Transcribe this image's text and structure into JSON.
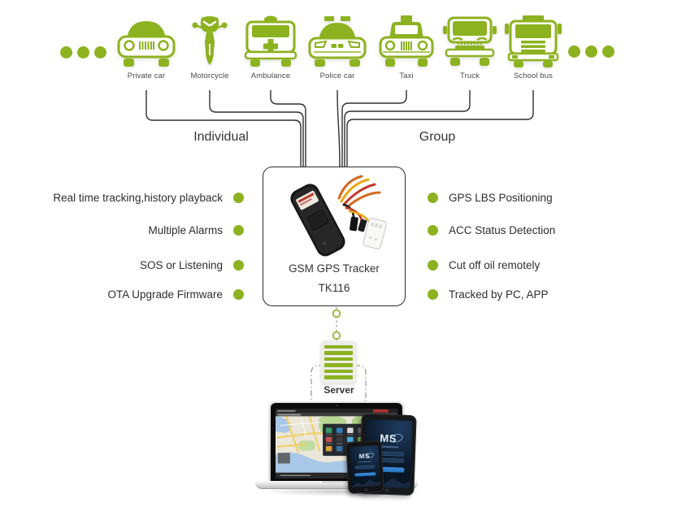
{
  "colors": {
    "accent_green": "#8DB21F",
    "line": "#2f2f2f",
    "text": "#333333",
    "dashed": "#9c9c9c"
  },
  "vehicles": [
    {
      "label": "Private car"
    },
    {
      "label": "Motorcycle"
    },
    {
      "label": "Ambulance"
    },
    {
      "label": "Police car"
    },
    {
      "label": "Taxi"
    },
    {
      "label": "Truck"
    },
    {
      "label": "School bus"
    }
  ],
  "branches": {
    "left": "Individual",
    "right": "Group"
  },
  "features_left": [
    "Real time tracking,history playback",
    "Multiple Alarms",
    "SOS or Listening",
    "OTA Upgrade Firmware"
  ],
  "features_right": [
    "GPS LBS Positioning",
    "ACC Status Detection",
    "Cut off oil remotely",
    "Tracked by PC, APP"
  ],
  "tracker": {
    "line1": "GSM GPS Tracker",
    "line2": "TK116"
  },
  "server": {
    "label": "Server"
  },
  "screens": {
    "logo": "MS"
  }
}
